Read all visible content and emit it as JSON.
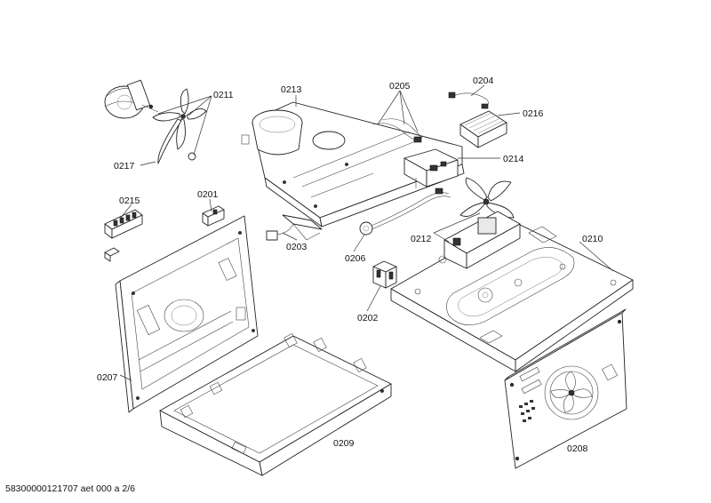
{
  "callouts": {
    "p0201": "0201",
    "p0202": "0202",
    "p0203": "0203",
    "p0204": "0204",
    "p0205": "0205",
    "p0206": "0206",
    "p0207": "0207",
    "p0208": "0208",
    "p0209": "0209",
    "p0210": "0210",
    "p0211": "0211",
    "p0212": "0212",
    "p0213": "0213",
    "p0214": "0214",
    "p0215": "0215",
    "p0216": "0216",
    "p0217": "0217"
  },
  "footer": {
    "document_code": "58300000121707 aet 000 a 2/6"
  }
}
